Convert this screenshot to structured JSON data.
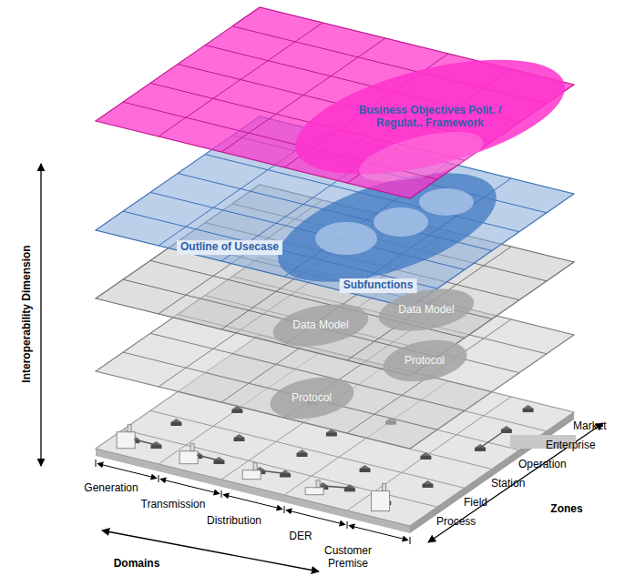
{
  "diagram": {
    "nodes": [
      {
        "text": [
          "Business Objectives Polit. / Regulat.. Framework"
        ]
      },
      {
        "text": [
          "Data Model"
        ]
      },
      {
        "text": [
          "Data Model"
        ]
      },
      {
        "text": [
          "Protocol"
        ]
      },
      {
        "text": [
          "Protocol"
        ]
      }
    ],
    "labels": [
      "Interoperability Dimension",
      "Outline of Usecase",
      "Subfunctions",
      "Generation",
      "Transmission",
      "Distribution",
      "DER",
      "Customer Premise",
      "Domains",
      "Market",
      "Enterprise",
      "Operation",
      "Station",
      "Field",
      "Process",
      "Zones"
    ]
  }
}
